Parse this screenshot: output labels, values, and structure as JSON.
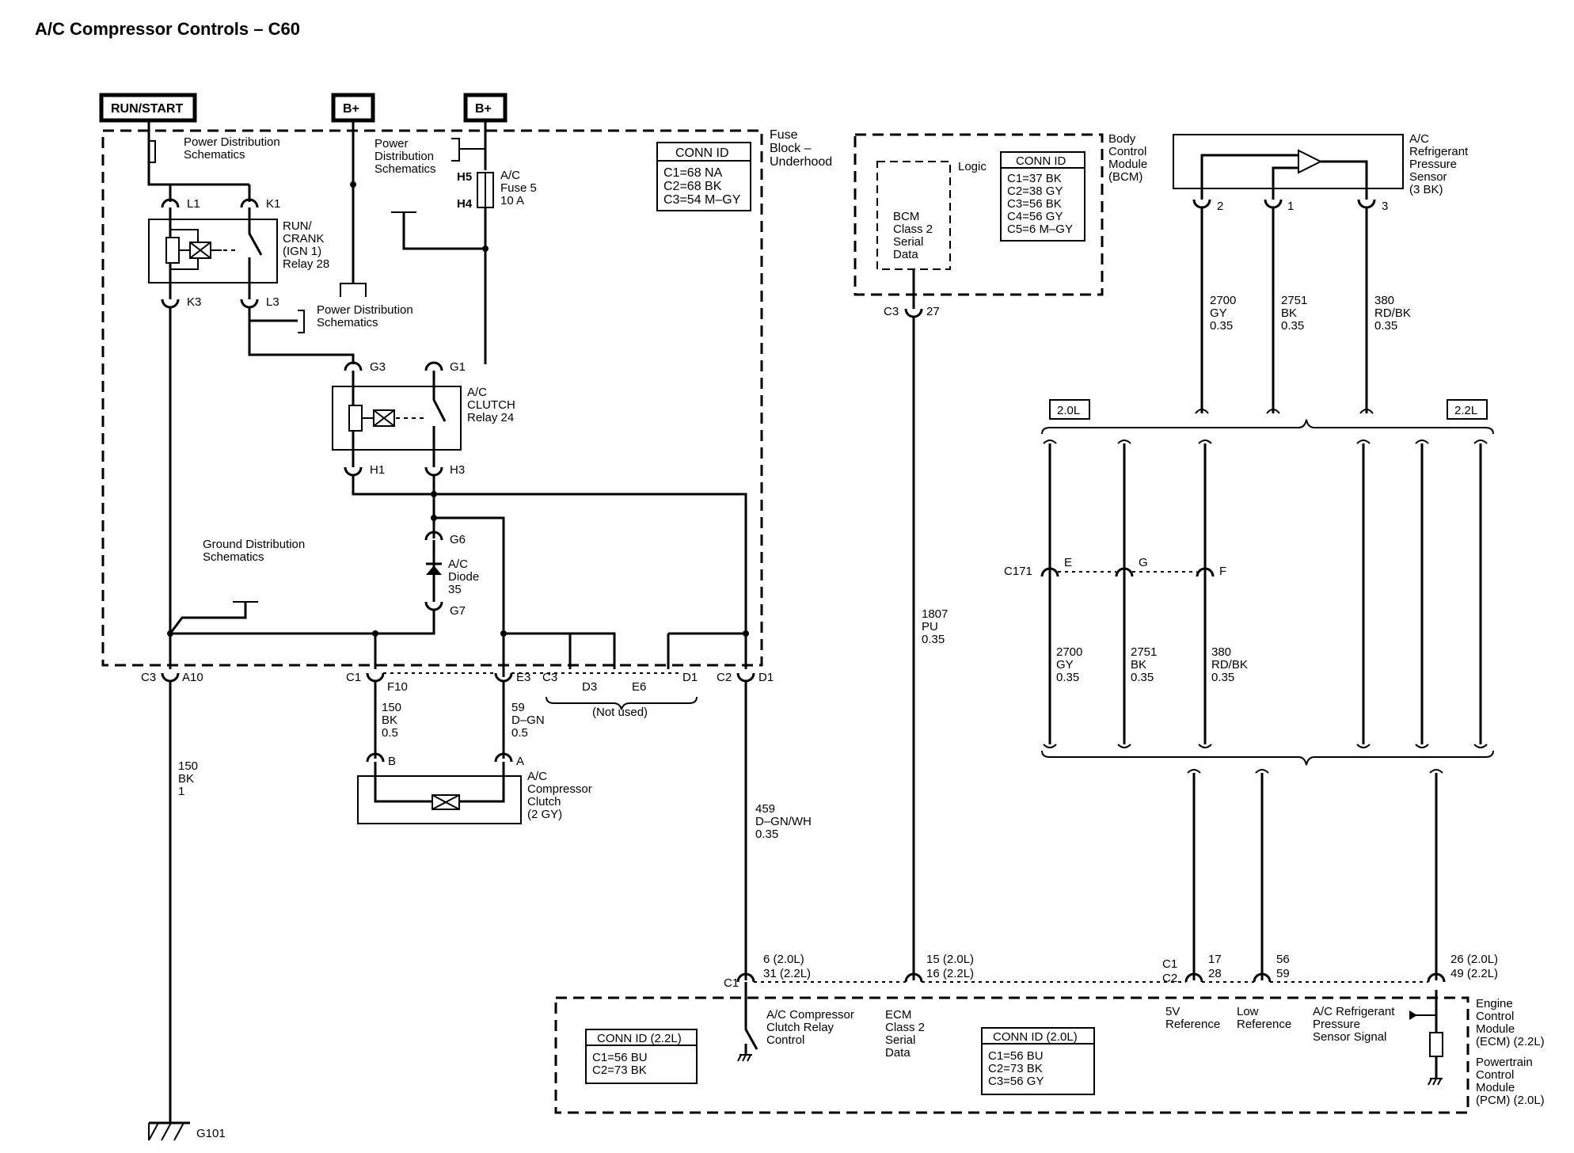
{
  "title": "A/C Compressor Controls – C60",
  "power": {
    "run_start": "RUN/START",
    "bplus1": "B+",
    "bplus2": "B+"
  },
  "fuse_block": {
    "label": [
      "Fuse",
      "Block –",
      "Underhood"
    ],
    "conn_id_title": "CONN ID",
    "conn_ids": [
      "C1=68 NA",
      "C2=68 BK",
      "C3=54 M–GY"
    ],
    "power_dist_1": [
      "Power Distribution",
      "Schematics"
    ],
    "power_dist_2": [
      "Power",
      "Distribution",
      "Schematics"
    ],
    "power_dist_3": [
      "Power Distribution",
      "Schematics"
    ],
    "ground_dist": [
      "Ground Distribution",
      "Schematics"
    ],
    "fuse_label": [
      "A/C",
      "Fuse 5",
      "10 A"
    ],
    "h5": "H5",
    "h4": "H4",
    "relay28": [
      "RUN/",
      "CRANK",
      "(IGN 1)",
      "Relay 28"
    ],
    "l1": "L1",
    "k1": "K1",
    "k3": "K3",
    "l3": "L3",
    "g3": "G3",
    "g1": "G1",
    "h1": "H1",
    "h3": "H3",
    "relay24": [
      "A/C",
      "CLUTCH",
      "Relay 24"
    ],
    "g6": "G6",
    "g7": "G7",
    "diode": [
      "A/C",
      "Diode",
      "35"
    ]
  },
  "connectors": {
    "c3": "C3",
    "a10": "A10",
    "c1": "C1",
    "f10": "F10",
    "e3": "E3",
    "c3b": "C3",
    "d3": "D3",
    "e6": "E6",
    "d1": "D1",
    "c2": "C2",
    "d1b": "D1",
    "not_used": "(Not used)"
  },
  "wires": {
    "w150a": [
      "150",
      "BK",
      "1"
    ],
    "w150b": [
      "150",
      "BK",
      "0.5"
    ],
    "w59": [
      "59",
      "D–GN",
      "0.5"
    ],
    "w459": [
      "459",
      "D–GN/WH",
      "0.35"
    ],
    "w1807": [
      "1807",
      "PU",
      "0.35"
    ],
    "w2700": [
      "2700",
      "GY",
      "0.35"
    ],
    "w2751": [
      "2751",
      "BK",
      "0.35"
    ],
    "w380": [
      "380",
      "RD/BK",
      "0.35"
    ],
    "w2700b": [
      "2700",
      "GY",
      "0.35"
    ],
    "w2751b": [
      "2751",
      "BK",
      "0.35"
    ],
    "w380b": [
      "380",
      "RD/BK",
      "0.35"
    ]
  },
  "clutch": {
    "b": "B",
    "a": "A",
    "label": [
      "A/C",
      "Compressor",
      "Clutch",
      "(2 GY)"
    ]
  },
  "ground": "G101",
  "bcm": {
    "label": [
      "Body",
      "Control",
      "Module",
      "(BCM)"
    ],
    "logic": "Logic",
    "inner": [
      "BCM",
      "Class 2",
      "Serial",
      "Data"
    ],
    "conn_id_title": "CONN ID",
    "conn_ids": [
      "C1=37 BK",
      "C2=38 GY",
      "C3=56 BK",
      "C4=56 GY",
      "C5=6 M–GY"
    ],
    "c3": "C3",
    "pin": "27"
  },
  "sensor": {
    "label": [
      "A/C",
      "Refrigerant",
      "Pressure",
      "Sensor",
      "(3 BK)"
    ],
    "p2": "2",
    "p1": "1",
    "p3": "3"
  },
  "engines": {
    "e20": "2.0L",
    "e22": "2.2L"
  },
  "c171": {
    "label": "C171",
    "e": "E",
    "g": "G",
    "f": "F"
  },
  "ecm": {
    "c1": "C1",
    "pin_a": [
      "6 (2.0L)",
      "31 (2.2L)"
    ],
    "pin_b": [
      "15 (2.0L)",
      "16 (2.2L)"
    ],
    "c1b": "C1",
    "c2b": "C2",
    "pin_c": [
      "17",
      "28"
    ],
    "pin_d": [
      "56",
      "59"
    ],
    "pin_e": [
      "26 (2.0L)",
      "49 (2.2L)"
    ],
    "relay_ctl": [
      "A/C Compressor",
      "Clutch Relay",
      "Control"
    ],
    "serial": [
      "ECM",
      "Class 2",
      "Serial",
      "Data"
    ],
    "ref5v": [
      "5V",
      "Reference"
    ],
    "lowref": [
      "Low",
      "Reference"
    ],
    "signal": [
      "A/C Refrigerant",
      "Pressure",
      "Sensor Signal"
    ],
    "conn22_title": "CONN ID (2.2L)",
    "conn22": [
      "C1=56 BU",
      "C2=73 BK"
    ],
    "conn20_title": "CONN ID (2.0L)",
    "conn20": [
      "C1=56 BU",
      "C2=73 BK",
      "C3=56 GY"
    ],
    "module": [
      "Engine",
      "Control",
      "Module",
      "(ECM) (2.2L)",
      "Powertrain",
      "Control",
      "Module",
      "(PCM) (2.0L)"
    ]
  }
}
